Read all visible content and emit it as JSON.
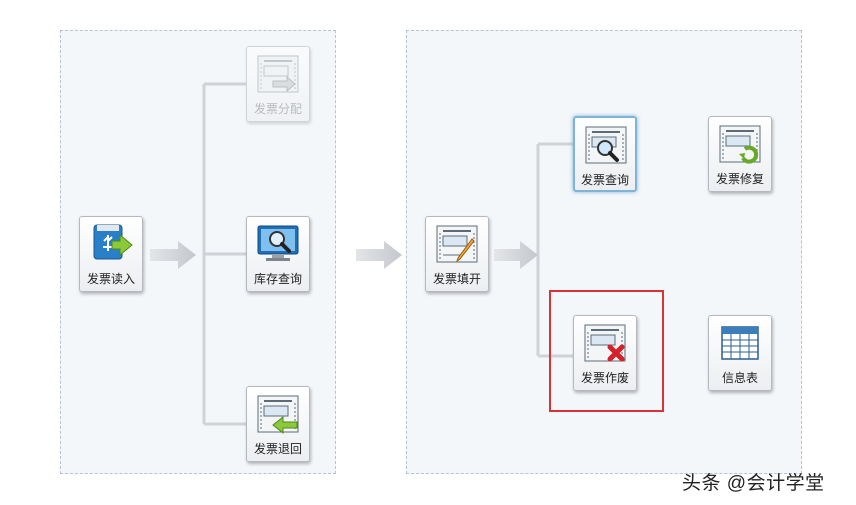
{
  "colors": {
    "connector": "#cfd2d6",
    "arrow": "#c9ccd1",
    "panel_border": "#b8c3cf",
    "panel_bg": "#f4f7fa",
    "highlight": "#d9333a"
  },
  "left_group": {
    "invoice_import": {
      "label": "发票读入",
      "icon": "usb-import-icon"
    },
    "invoice_allocate": {
      "label": "发票分配",
      "icon": "invoice-allocate-icon",
      "enabled": false
    },
    "inventory_query": {
      "label": "库存查询",
      "icon": "monitor-search-icon"
    },
    "invoice_return": {
      "label": "发票退回",
      "icon": "invoice-return-icon"
    }
  },
  "right_group": {
    "invoice_issue": {
      "label": "发票填开",
      "icon": "invoice-pen-icon"
    },
    "invoice_query": {
      "label": "发票查询",
      "icon": "invoice-search-icon",
      "selected": true
    },
    "invoice_repair": {
      "label": "发票修复",
      "icon": "invoice-repair-icon"
    },
    "invoice_void": {
      "label": "发票作废",
      "icon": "invoice-void-icon",
      "highlighted": true
    },
    "info_table": {
      "label": "信息表",
      "icon": "table-icon"
    }
  },
  "watermark": "头条 @会计学堂"
}
